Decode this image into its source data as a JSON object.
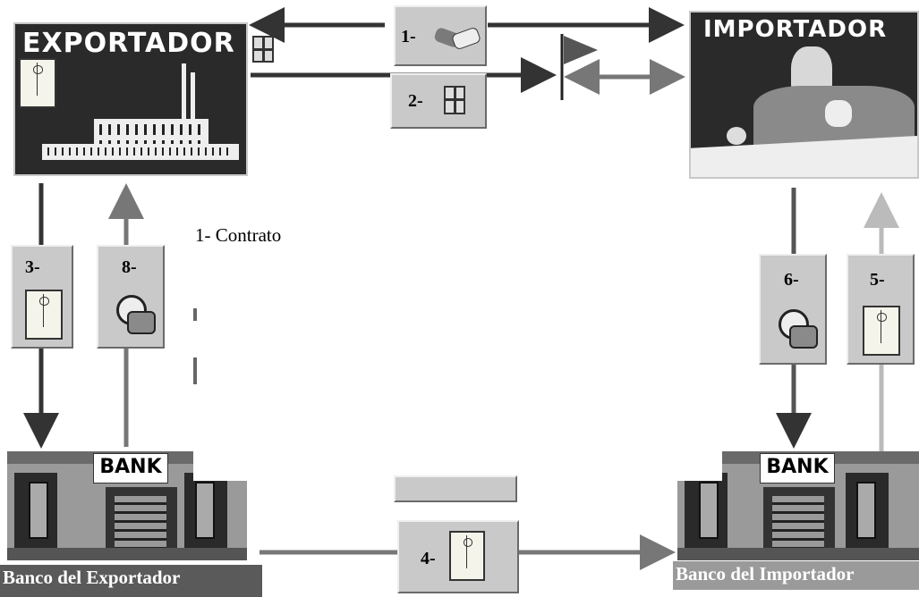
{
  "exportador": {
    "title": "EXPORTADOR"
  },
  "importador": {
    "title": "IMPORTADOR"
  },
  "banco_exportador": {
    "sign": "BANK",
    "caption": "Banco del Exportador"
  },
  "banco_importador": {
    "sign": "BANK",
    "caption": "Banco del Importador"
  },
  "steps": {
    "s1": {
      "label": "1-",
      "icon": "handshake-icon"
    },
    "s2": {
      "label": "2-",
      "icon": "package-icon"
    },
    "s3": {
      "label": "3-",
      "icon": "envelope-icon"
    },
    "s4": {
      "label": "4-",
      "icon": "envelope-icon"
    },
    "s5": {
      "label": "5-",
      "icon": "envelope-icon"
    },
    "s6": {
      "label": "6-",
      "icon": "money-bag-icon"
    },
    "s8": {
      "label": "8-",
      "icon": "money-bag-icon"
    }
  },
  "legend": {
    "item1": "1- Contrato"
  },
  "colors": {
    "panel": "#2a2a2a",
    "arrow_dark": "#4a4a4a",
    "arrow_light": "#b8b8b8",
    "button": "#c9c9c9"
  }
}
